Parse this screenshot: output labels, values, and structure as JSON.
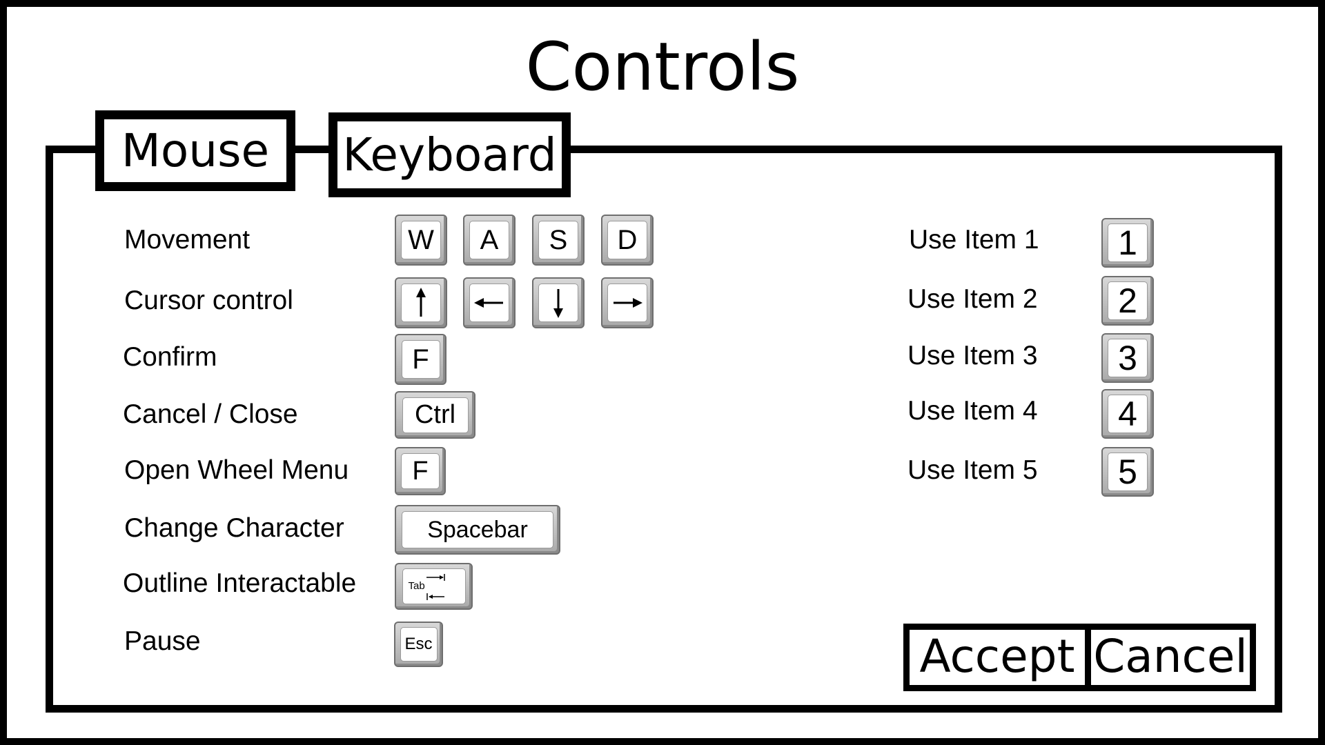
{
  "title": "Controls",
  "tabs": [
    {
      "label": "Mouse",
      "active": false
    },
    {
      "label": "Keyboard",
      "active": true
    }
  ],
  "bindings_left": [
    {
      "action": "Movement",
      "keys": [
        "W",
        "A",
        "S",
        "D"
      ]
    },
    {
      "action": "Cursor control",
      "keys": [
        "arrow-up-icon",
        "arrow-left-icon",
        "arrow-down-icon",
        "arrow-right-icon"
      ]
    },
    {
      "action": "Confirm",
      "keys": [
        "F"
      ]
    },
    {
      "action": "Cancel / Close",
      "keys": [
        "Ctrl"
      ]
    },
    {
      "action": "Open Wheel Menu",
      "keys": [
        "F"
      ]
    },
    {
      "action": "Change Character",
      "keys": [
        "Spacebar"
      ]
    },
    {
      "action": "Outline Interactable",
      "keys": [
        "Tab"
      ]
    },
    {
      "action": "Pause",
      "keys": [
        "Esc"
      ]
    }
  ],
  "bindings_right": [
    {
      "action": "Use Item 1",
      "key": "1"
    },
    {
      "action": "Use Item 2",
      "key": "2"
    },
    {
      "action": "Use Item 3",
      "key": "3"
    },
    {
      "action": "Use Item 4",
      "key": "4"
    },
    {
      "action": "Use Item 5",
      "key": "5"
    }
  ],
  "buttons": {
    "accept": "Accept",
    "cancel": "Cancel"
  }
}
